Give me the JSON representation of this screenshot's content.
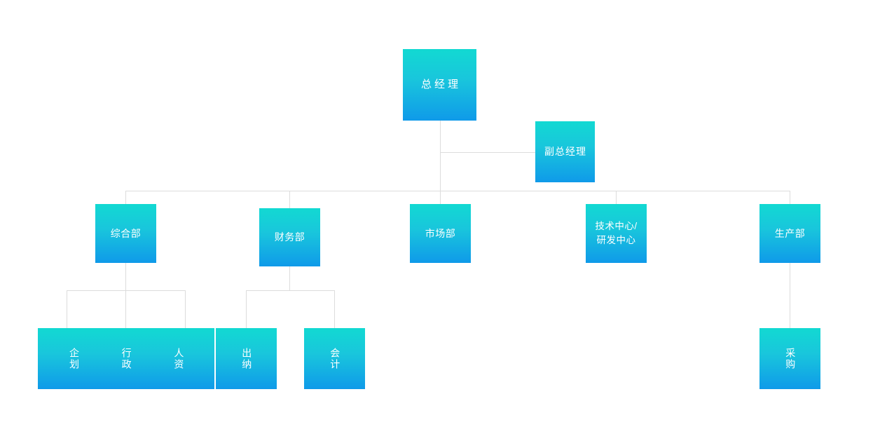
{
  "chart_data": {
    "type": "diagram",
    "title": "",
    "diagram_kind": "organizational-chart",
    "line_color": "#dcdcdc",
    "node_gradient": {
      "from": "#12d9d2",
      "to": "#0f9ae9"
    },
    "text_color": "#ffffff",
    "nodes": [
      {
        "id": "gm",
        "label": "总经理",
        "level": 0,
        "parent": null
      },
      {
        "id": "dgm",
        "label": "副总经理",
        "level": 1,
        "parent": "gm"
      },
      {
        "id": "general",
        "label": "综合部",
        "level": 2,
        "parent": "gm"
      },
      {
        "id": "finance",
        "label": "财务部",
        "level": 2,
        "parent": "gm"
      },
      {
        "id": "market",
        "label": "市场部",
        "level": 2,
        "parent": "gm"
      },
      {
        "id": "tech",
        "label": "技术中心/\n研发中心",
        "level": 2,
        "parent": "gm"
      },
      {
        "id": "produce",
        "label": "生产部",
        "level": 2,
        "parent": "gm"
      },
      {
        "id": "planning",
        "label": "企划",
        "level": 3,
        "parent": "general"
      },
      {
        "id": "admin",
        "label": "行政",
        "level": 3,
        "parent": "general"
      },
      {
        "id": "hr",
        "label": "人资",
        "level": 3,
        "parent": "general"
      },
      {
        "id": "cashier",
        "label": "出纳",
        "level": 3,
        "parent": "finance"
      },
      {
        "id": "accounting",
        "label": "会计",
        "level": 3,
        "parent": "finance"
      },
      {
        "id": "purchase",
        "label": "采购",
        "level": 3,
        "parent": "produce"
      }
    ],
    "edges": [
      {
        "from": "gm",
        "to": "dgm"
      },
      {
        "from": "gm",
        "to": "general"
      },
      {
        "from": "gm",
        "to": "finance"
      },
      {
        "from": "gm",
        "to": "market"
      },
      {
        "from": "gm",
        "to": "tech"
      },
      {
        "from": "gm",
        "to": "produce"
      },
      {
        "from": "general",
        "to": "planning"
      },
      {
        "from": "general",
        "to": "admin"
      },
      {
        "from": "general",
        "to": "hr"
      },
      {
        "from": "finance",
        "to": "cashier"
      },
      {
        "from": "finance",
        "to": "accounting"
      },
      {
        "from": "produce",
        "to": "purchase"
      }
    ]
  },
  "nodes": {
    "gm": {
      "label": "总经理"
    },
    "dgm": {
      "label": "副总经理"
    },
    "general": {
      "label": "综合部"
    },
    "finance": {
      "label": "财务部"
    },
    "market": {
      "label": "市场部"
    },
    "tech": {
      "label": "技术中心/\n研发中心"
    },
    "produce": {
      "label": "生产部"
    },
    "planning": {
      "label": "企划"
    },
    "admin": {
      "label": "行政"
    },
    "hr": {
      "label": "人资"
    },
    "cashier": {
      "label": "出纳"
    },
    "accounting": {
      "label": "会计"
    },
    "purchase": {
      "label": "采购"
    }
  }
}
